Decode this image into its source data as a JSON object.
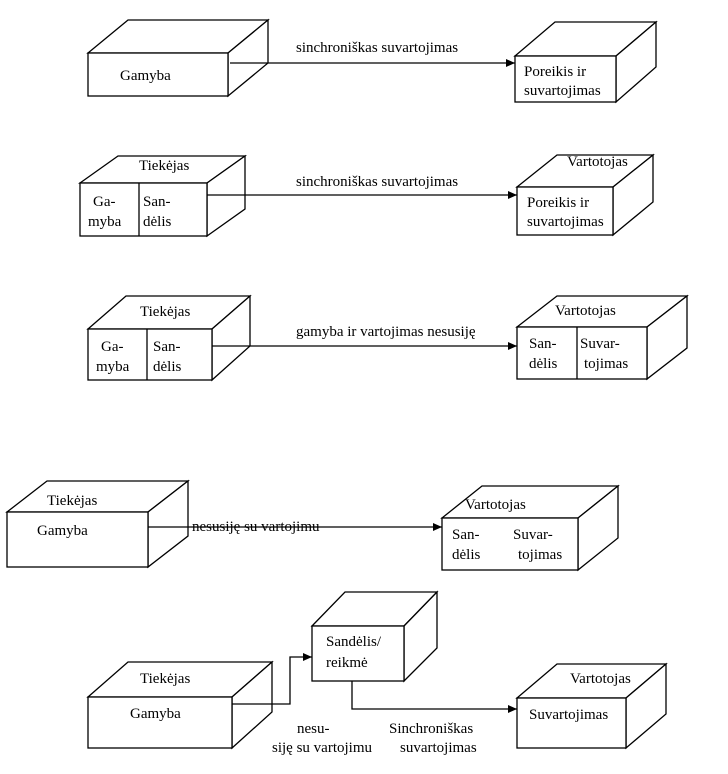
{
  "colors": {
    "stroke": "#000000",
    "background": "#ffffff"
  },
  "rows": [
    {
      "left_box": {
        "content": "Gamyba"
      },
      "arrow_label": "sinchroniškas suvartojimas",
      "right_box": {
        "content_line1": "Poreikis ir",
        "content_line2": "suvartojimas"
      }
    },
    {
      "left_box": {
        "top_label": "Tiekėjas",
        "cell1_line1": "Ga-",
        "cell1_line2": "myba",
        "cell2_line1": "San-",
        "cell2_line2": "dėlis"
      },
      "arrow_label": "sinchroniškas suvartojimas",
      "right_box": {
        "top_label": "Vartotojas",
        "content_line1": "Poreikis ir",
        "content_line2": "suvartojimas"
      }
    },
    {
      "left_box": {
        "top_label": "Tiekėjas",
        "cell1_line1": "Ga-",
        "cell1_line2": "myba",
        "cell2_line1": "San-",
        "cell2_line2": "dėlis"
      },
      "arrow_label": "gamyba ir vartojimas nesusiję",
      "right_box": {
        "top_label": "Vartotojas",
        "cell1_line1": "San-",
        "cell1_line2": "dėlis",
        "cell2_line1": "Suvar-",
        "cell2_line2": "tojimas"
      }
    },
    {
      "left_box": {
        "top_label": "Tiekėjas",
        "content": "Gamyba"
      },
      "arrow_label": "nesusiję su vartojimu",
      "right_box": {
        "top_label": "Vartotojas",
        "cell1_line1": "San-",
        "cell1_line2": "dėlis",
        "cell2_line1": "Suvar-",
        "cell2_line2": "tojimas"
      }
    },
    {
      "left_box": {
        "top_label": "Tiekėjas",
        "content": "Gamyba"
      },
      "middle_box": {
        "content_line1": "Sandėlis/",
        "content_line2": "reikmė"
      },
      "lower_label_line1": "nesu-",
      "lower_label_line2": "siję su  vartojimu",
      "arrow_label_line1": "Sinchroniškas",
      "arrow_label_line2": "suvartojimas",
      "right_box": {
        "top_label": "Vartotojas",
        "content": "Suvartojimas"
      }
    }
  ]
}
